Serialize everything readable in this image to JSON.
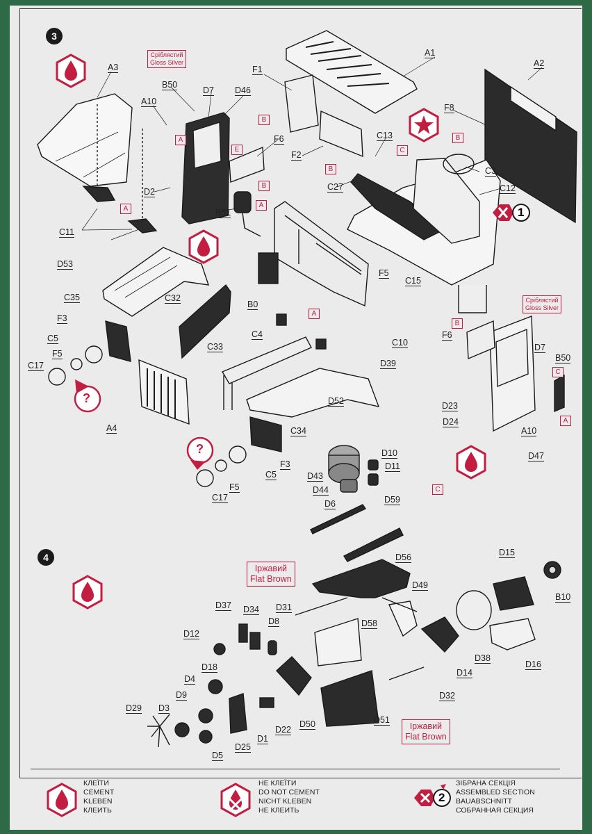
{
  "steps": {
    "step3": "3",
    "step4": "4"
  },
  "paints": {
    "gloss_silver": [
      "Сріблястий",
      "Gloss Silver"
    ],
    "flat_brown": [
      "Іржавий",
      "Flat Brown"
    ]
  },
  "letters": {
    "a": "A",
    "b": "B",
    "c": "C",
    "e": "E"
  },
  "icons": {
    "unknown": "?",
    "assembled_1": "1",
    "assembled_2": "2",
    "symbols": [
      "cement-drop-icon",
      "no-cement-drop-icon",
      "star-icon",
      "assembled-section-icon"
    ]
  },
  "parts3": [
    "A3",
    "B50",
    "D7",
    "D46",
    "F1",
    "A1",
    "A2",
    "A10",
    "F8",
    "F6",
    "C13",
    "C3",
    "D2",
    "F2",
    "C27",
    "C12",
    "C11",
    "B51",
    "D53",
    "F5",
    "C15",
    "C35",
    "C32",
    "B0",
    "F3",
    "C4",
    "C10",
    "C5",
    "F6",
    "D7",
    "B50",
    "F5",
    "C17",
    "C33",
    "D39",
    "D23",
    "A10",
    "D24",
    "D52",
    "A4",
    "C34",
    "D47",
    "F3",
    "C5",
    "D10",
    "D11",
    "F5",
    "D43",
    "C17",
    "D44",
    "D6",
    "D59",
    "D56"
  ],
  "parts4": [
    "D15",
    "B10",
    "D49",
    "D37",
    "D34",
    "D31",
    "D58",
    "D8",
    "D12",
    "D18",
    "D4",
    "D14",
    "D38",
    "D16",
    "D9",
    "D32",
    "D29",
    "D3",
    "D51",
    "D1",
    "D22",
    "D50",
    "D25",
    "D5"
  ],
  "legend": {
    "cement": [
      "КЛЕЇТИ",
      "CEMENT",
      "KLEBEN",
      "КЛЕИТЬ"
    ],
    "no_cement": [
      "НЕ КЛЕЇТИ",
      "DO NOT CEMENT",
      "NICHT KLEBEN",
      "НЕ КЛЕИТЬ"
    ],
    "assembled": [
      "ЗІБРАНА СЕКЦІЯ",
      "ASSEMBLED SECTION",
      "BAUABSCHNITT",
      "СОБРАННАЯ СЕКЦИЯ"
    ]
  }
}
